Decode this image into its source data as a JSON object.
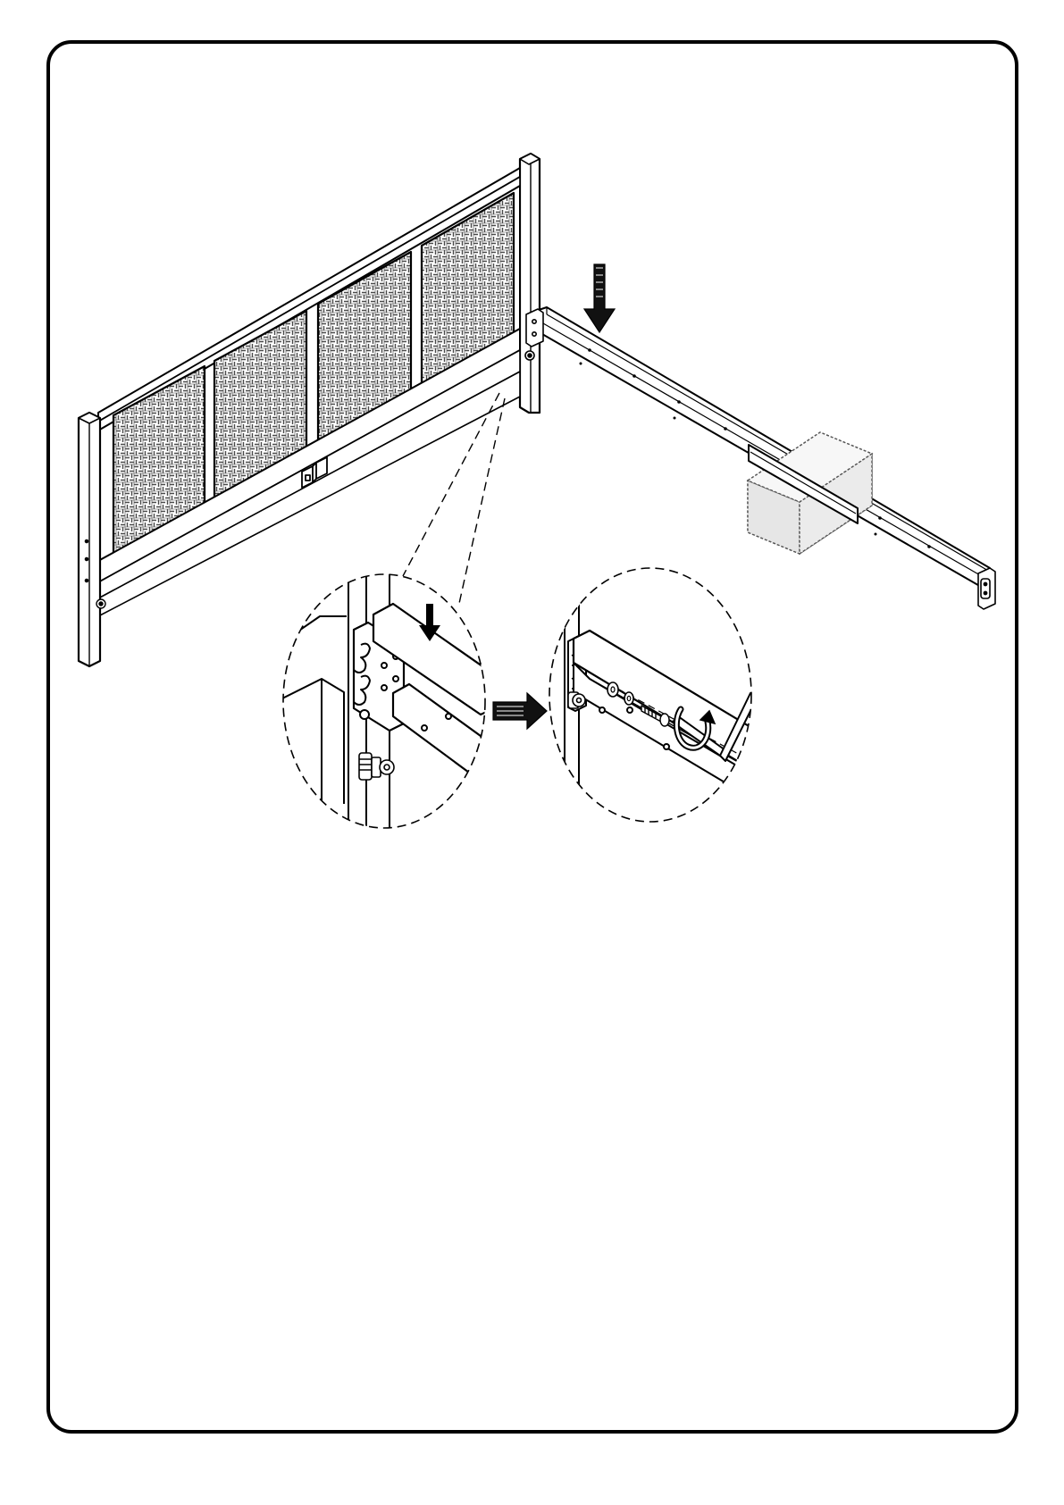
{
  "page": {
    "kind": "assembly-instruction-illustration",
    "colors": {
      "line": "#000000",
      "paper": "#ffffff",
      "block_fill": "#e8e8e8",
      "weave": "#4a4a4a"
    }
  },
  "illustration": {
    "parts": [
      "headboard",
      "side-rail",
      "support-block",
      "rail-bracket",
      "bolt",
      "washer",
      "allen-key"
    ],
    "callouts": [
      {
        "name": "detail-hook-rail-onto-bracket",
        "icon": "down-arrow-icon"
      },
      {
        "name": "detail-tighten-bolt",
        "icon": "rotate-arrow-icon"
      }
    ],
    "step_flow_icon": "right-arrow-icon"
  }
}
